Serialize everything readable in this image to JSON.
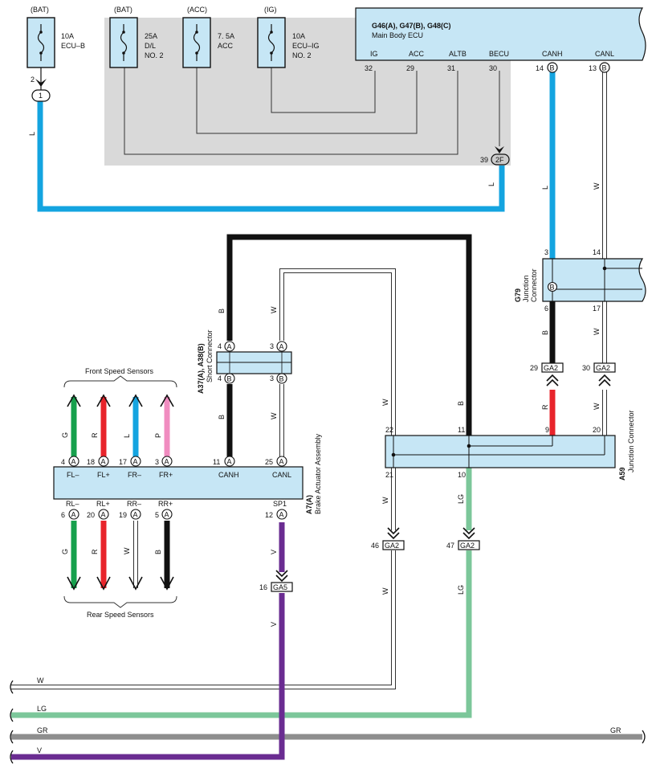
{
  "diagram": {
    "fuses": [
      {
        "supply": "(BAT)",
        "amp": "10A",
        "name": "ECU–B",
        "name2": ""
      },
      {
        "supply": "(BAT)",
        "amp": "25A",
        "name": "D/L",
        "name2": "NO. 2"
      },
      {
        "supply": "(ACC)",
        "amp": "7. 5A",
        "name": "ACC",
        "name2": ""
      },
      {
        "supply": "(IG)",
        "amp": "10A",
        "name": "ECU–IG",
        "name2": "NO. 2"
      }
    ],
    "main_ecu": {
      "code": "G46(A), G47(B), G48(C)",
      "name": "Main Body ECU",
      "terminals": [
        "IG",
        "ACC",
        "ALTB",
        "BECU",
        "CANH",
        "CANL"
      ],
      "pins": [
        "32",
        "29",
        "31",
        "30",
        "14",
        "13"
      ],
      "connector_letter": "B"
    },
    "ecu_b_pin": "2",
    "ecu_b_connector": "1",
    "connector_2f": {
      "pin": "39",
      "label": "2F"
    },
    "g79": {
      "code": "G79",
      "name1": "Junction",
      "name2": "Connector",
      "pins": [
        "3",
        "14",
        "6",
        "17"
      ],
      "letter": "B"
    },
    "a37": {
      "code": "A37(A), A38(B)",
      "name": "Short Connector",
      "pins": [
        "4",
        "3",
        "4",
        "3"
      ],
      "letters": [
        "A",
        "A",
        "B",
        "B"
      ]
    },
    "a59": {
      "code": "A59",
      "name": "Junction Connector",
      "pins": [
        "22",
        "11",
        "9",
        "20",
        "21",
        "10"
      ]
    },
    "a7": {
      "code": "A7(A)",
      "name": "Brake Actuator Assembly",
      "letter": "A",
      "top_terminals": [
        "FL–",
        "FL+",
        "FR–",
        "FR+",
        "CANH",
        "CANL"
      ],
      "top_pins": [
        "4",
        "18",
        "17",
        "3",
        "11",
        "25"
      ],
      "bottom_terminals": [
        "RL–",
        "RL+",
        "RR–",
        "RR+",
        "SP1"
      ],
      "bottom_pins": [
        "6",
        "20",
        "19",
        "5",
        "12"
      ]
    },
    "front_sensors_label": "Front Speed Sensors",
    "rear_sensors_label": "Rear Speed Sensors",
    "ga_connectors": [
      {
        "pin": "29",
        "label": "GA2"
      },
      {
        "pin": "30",
        "label": "GA2"
      },
      {
        "pin": "46",
        "label": "GA2"
      },
      {
        "pin": "47",
        "label": "GA2"
      },
      {
        "pin": "16",
        "label": "GA5"
      }
    ],
    "wire_colors": {
      "L": "#14a4e0",
      "W": "#ffffff",
      "B": "#111111",
      "R": "#e8242b",
      "G": "#16a04c",
      "P": "#f08cc0",
      "LG": "#7cc79a",
      "GR": "#8e8e8e",
      "V": "#6a2c91"
    },
    "wire_labels": {
      "ecu_b": "L",
      "ecu_2f": "L",
      "g79_top": "L",
      "canl_top": "W",
      "g79_bottom": "B",
      "canl_mid": "W",
      "a37_top": "B",
      "a37_top_r": "W",
      "a37_bottom": "B",
      "a37_bottom_r": "W",
      "w_long": "W",
      "b_long": "B",
      "ga2_29": "R",
      "ga2_30": "W",
      "fl_minus": "G",
      "fl_plus": "R",
      "fr_minus": "L",
      "fr_plus": "P",
      "rl_minus": "G",
      "rl_plus": "R",
      "rr_minus": "W",
      "rr_plus": "B",
      "sp1": "V",
      "sp1_low": "V",
      "a59_21": "W",
      "a59_10": "LG",
      "ga2_46": "W",
      "ga2_47": "LG"
    },
    "bus_lines": [
      "W",
      "LG",
      "GR",
      "V"
    ],
    "bus_right_label": "GR"
  }
}
